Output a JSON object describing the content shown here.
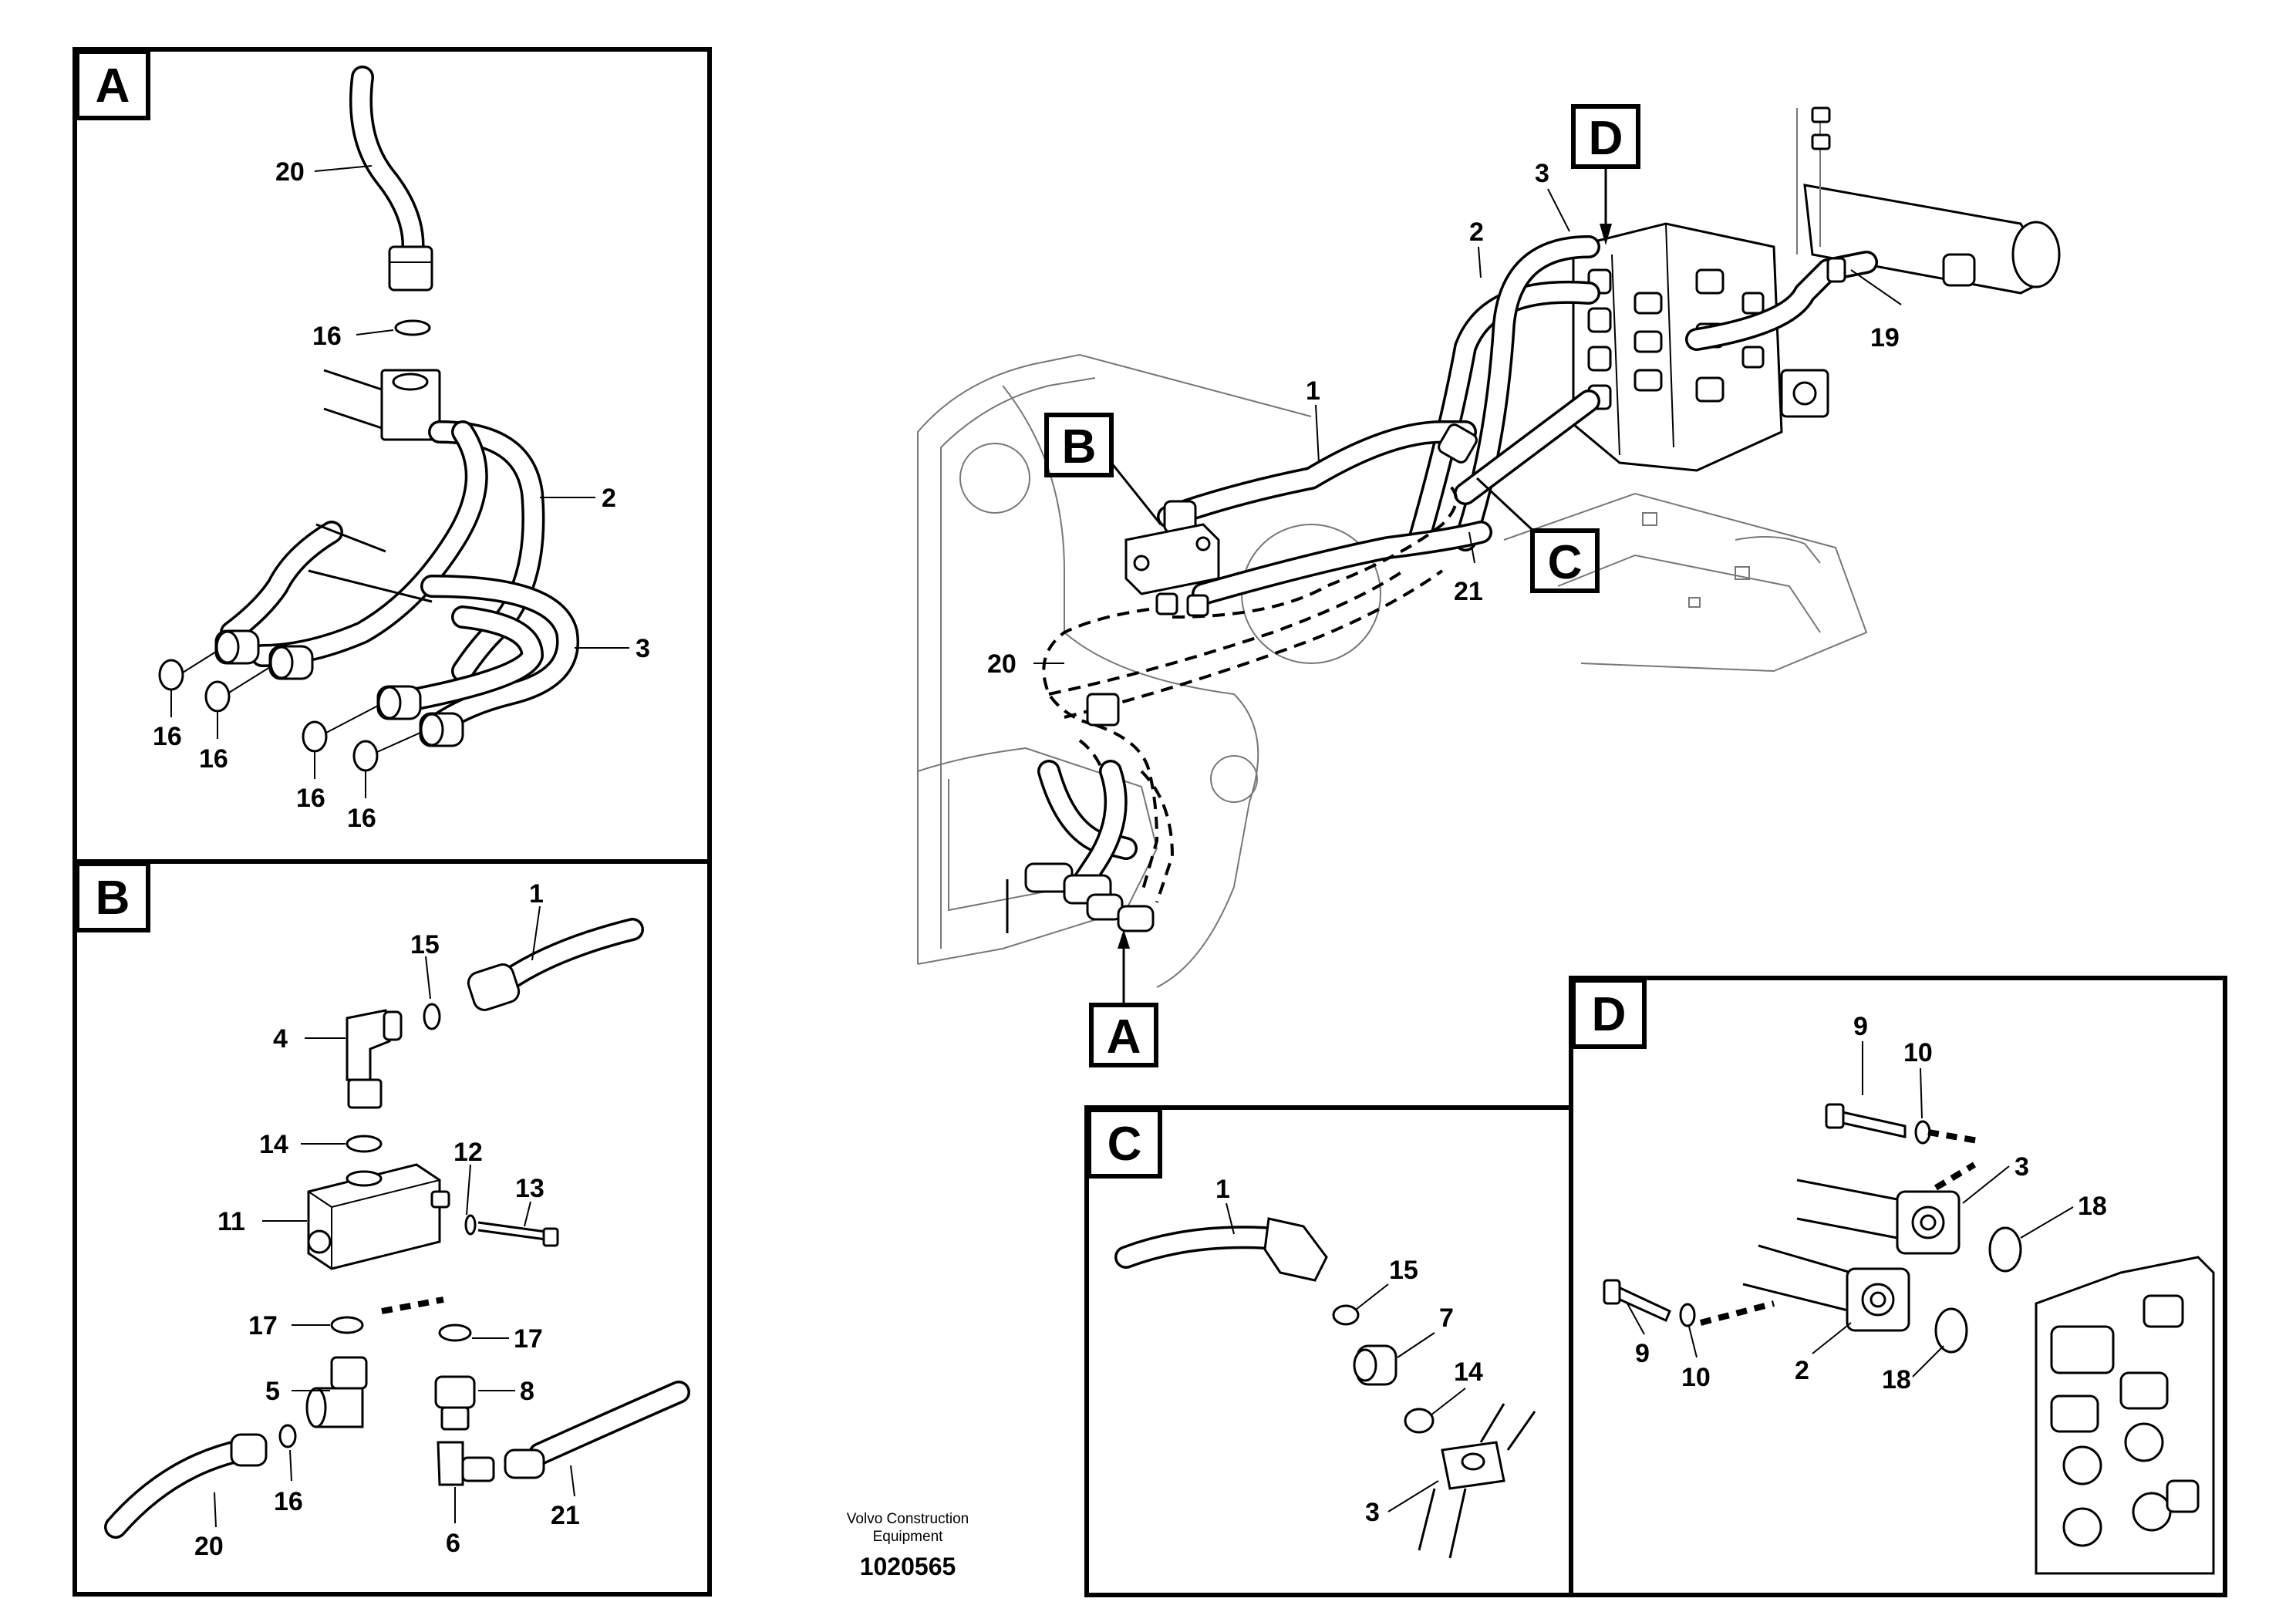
{
  "panels": {
    "A": {
      "label": "A",
      "callouts": [
        "20",
        "16",
        "2",
        "3",
        "16",
        "16",
        "16",
        "16"
      ]
    },
    "B": {
      "label": "B",
      "callouts": [
        "1",
        "15",
        "4",
        "14",
        "12",
        "13",
        "11",
        "17",
        "17",
        "5",
        "8",
        "16",
        "21",
        "20",
        "6"
      ]
    },
    "C": {
      "label": "C",
      "callouts": [
        "1",
        "15",
        "7",
        "14",
        "3"
      ]
    },
    "D": {
      "label": "D",
      "callouts": [
        "9",
        "10",
        "3",
        "18",
        "9",
        "10",
        "2",
        "18"
      ]
    },
    "main": {
      "callouts": [
        "3",
        "2",
        "1",
        "19",
        "21",
        "20"
      ],
      "section_tags": [
        "D",
        "B",
        "C",
        "A"
      ]
    }
  },
  "footer": {
    "company_line1": "Volvo Construction",
    "company_line2": "Equipment",
    "drawing_number": "1020565"
  }
}
